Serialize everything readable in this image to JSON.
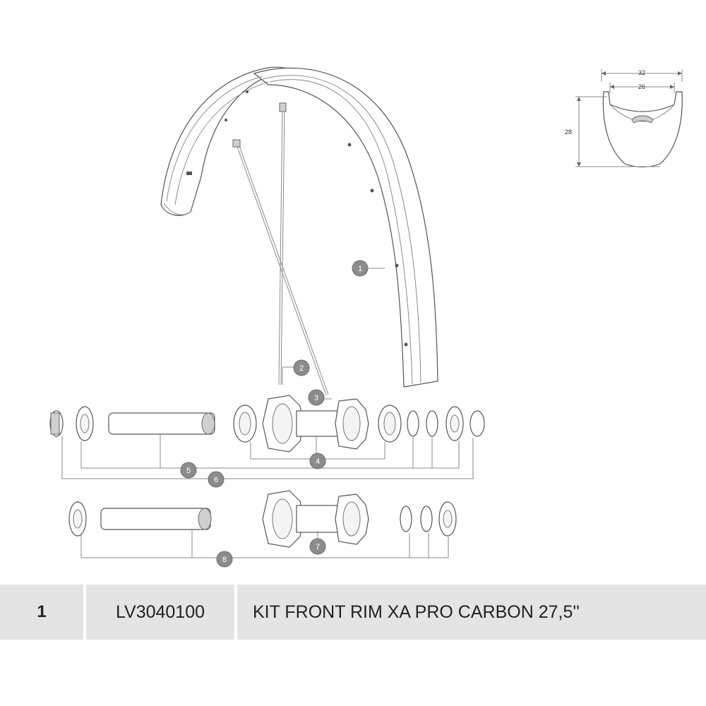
{
  "callouts": [
    "1",
    "2",
    "3",
    "4",
    "5",
    "6",
    "7",
    "8"
  ],
  "profile": {
    "outer_width": "32",
    "inner_width": "26",
    "height": "28"
  },
  "parts_table": {
    "rows": [
      {
        "number": "1",
        "reference": "LV3040100",
        "description": "KIT FRONT RIM XA PRO CARBON 27,5''"
      }
    ]
  }
}
